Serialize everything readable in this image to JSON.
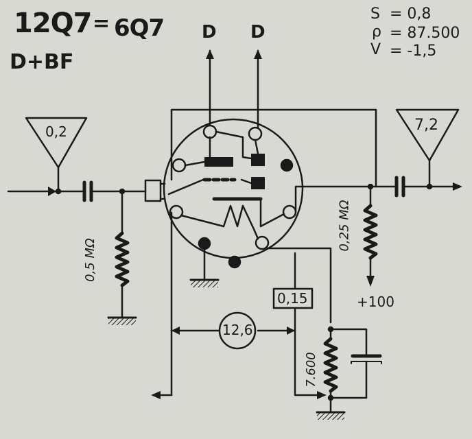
{
  "header": {
    "tube": "12Q7",
    "equals": "=",
    "equivalent": "6Q7",
    "function": "D+BF"
  },
  "params": {
    "s_label": "S",
    "s_value": "= 0,8",
    "rho_label": "ρ",
    "rho_value": "= 87.500",
    "v_label": "V",
    "v_value": "= -1,5"
  },
  "labels": {
    "diode_1": "D",
    "diode_2": "D",
    "input_gain": "0,2",
    "output_gain": "7,2",
    "grid_resistor": "0,5 MΩ",
    "plate_resistor": "0,25 MΩ",
    "supply": "+100",
    "cathode_current": "0,15",
    "heater_voltage": "12,6",
    "cathode_resistor": "7.600"
  }
}
